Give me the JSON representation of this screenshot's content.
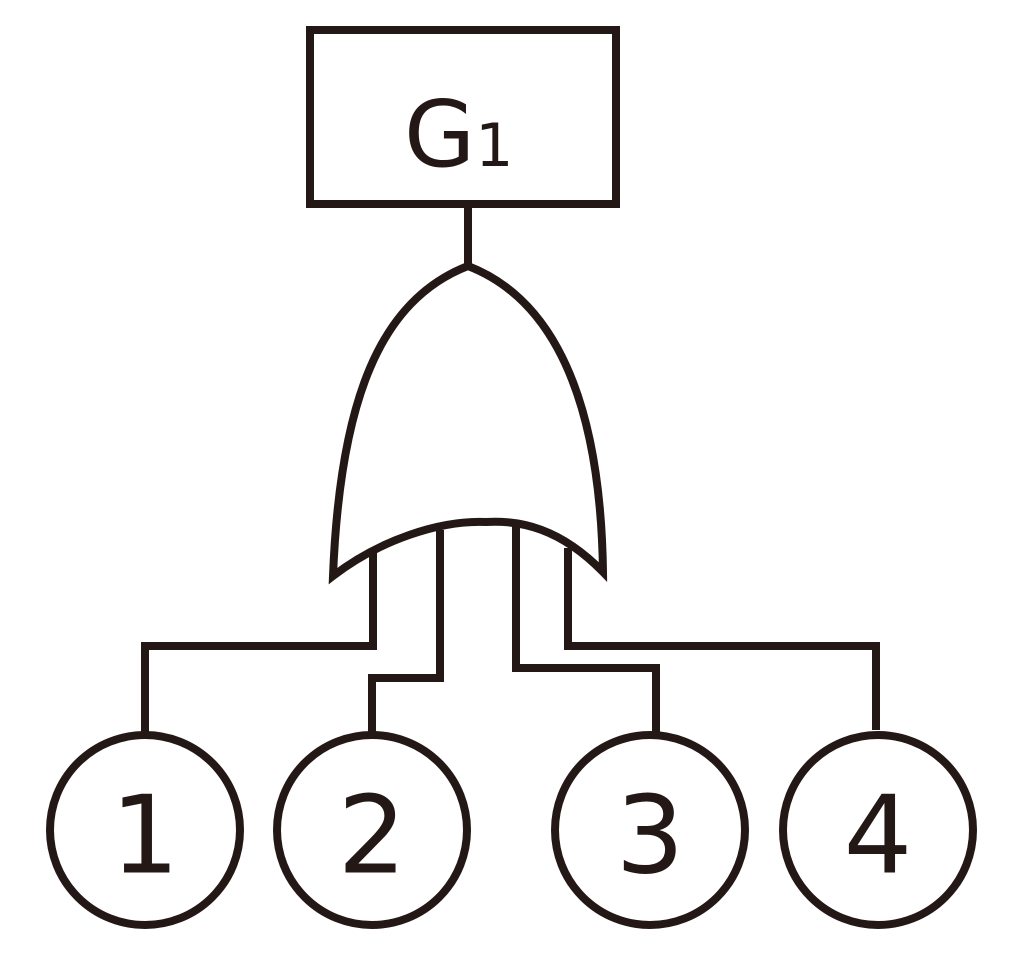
{
  "diagram": {
    "top_event": {
      "main": "G",
      "subscript": "1"
    },
    "gate": {
      "type": "OR"
    },
    "basic_events": [
      {
        "label": "1"
      },
      {
        "label": "2"
      },
      {
        "label": "3"
      },
      {
        "label": "4"
      }
    ],
    "colors": {
      "stroke": "#231815",
      "background": "#ffffff"
    }
  }
}
